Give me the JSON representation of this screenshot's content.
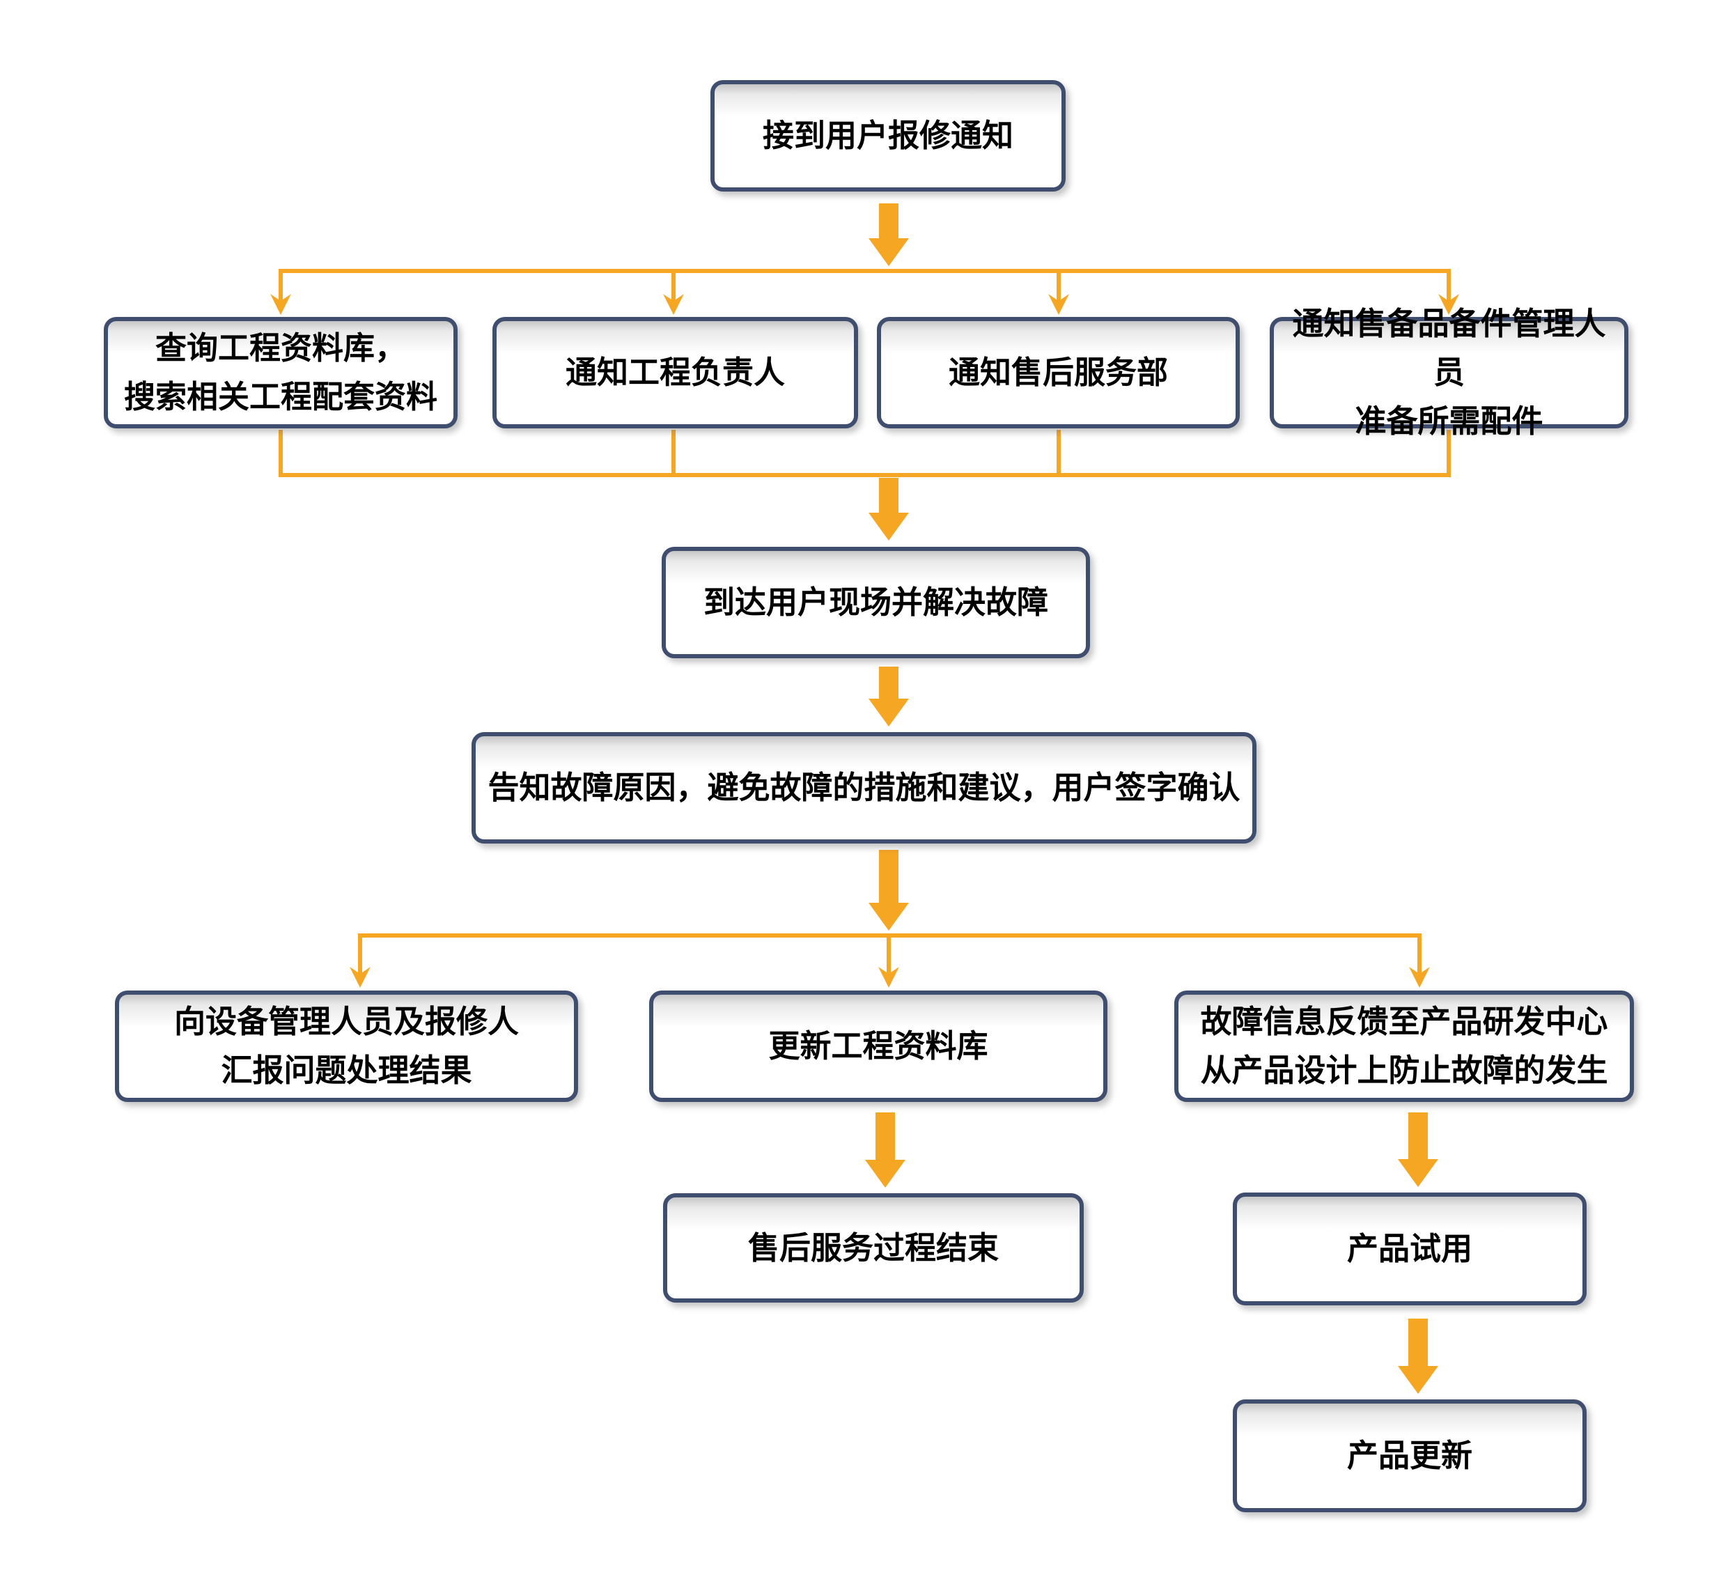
{
  "diagram": {
    "type": "flowchart",
    "language": "zh-CN",
    "colors": {
      "accent_orange": "#F5A623",
      "border_navy": "#3F4E6E",
      "text": "#000000",
      "background": "#FFFFFF"
    },
    "nodes": {
      "receive": {
        "label": "接到用户报修通知"
      },
      "query_db": {
        "label": "查询工程资料库，\n搜索相关工程配套资料"
      },
      "notify_eng": {
        "label": "通知工程负责人"
      },
      "notify_after": {
        "label": "通知售后服务部"
      },
      "notify_spare": {
        "label": "通知售备品备件管理人员\n准备所需配件"
      },
      "arrive": {
        "label": "到达用户现场并解决故障"
      },
      "inform": {
        "label": "告知故障原因，避免故障的措施和建议，用户签字确认"
      },
      "report": {
        "label": "向设备管理人员及报修人\n汇报问题处理结果"
      },
      "update_db": {
        "label": "更新工程资料库"
      },
      "feedback": {
        "label": "故障信息反馈至产品研发中心\n从产品设计上防止故障的发生"
      },
      "service_end": {
        "label": "售后服务过程结束"
      },
      "product_trial": {
        "label": "产品试用"
      },
      "product_update": {
        "label": "产品更新"
      }
    },
    "edges": [
      "receive -> query_db",
      "receive -> notify_eng",
      "receive -> notify_after",
      "receive -> notify_spare",
      "query_db -> arrive",
      "notify_eng -> arrive",
      "notify_after -> arrive",
      "notify_spare -> arrive",
      "arrive -> inform",
      "inform -> report",
      "inform -> update_db",
      "inform -> feedback",
      "update_db -> service_end",
      "feedback -> product_trial",
      "product_trial -> product_update"
    ]
  }
}
